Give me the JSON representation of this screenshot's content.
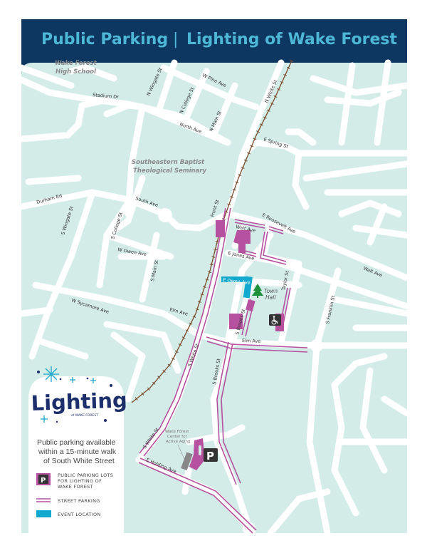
{
  "header": {
    "title_left": "Public Parking",
    "divider": "|",
    "title_right": "Lighting of Wake Forest"
  },
  "colors": {
    "header_bg": "#0d3761",
    "header_text": "#4db7d6",
    "map_bg": "#d3ece8",
    "street_parking": "#b5519f",
    "parking_lot": "#b5519f",
    "event_location": "#13a8cf",
    "railroad": "#7a4a2a"
  },
  "places": {
    "high_school_line1": "Wake Forest",
    "high_school_line2": "High School",
    "seminary_line1": "Southeastern Baptist",
    "seminary_line2": "Theological Seminary",
    "town_hall_line1": "Town",
    "town_hall_line2": "Hall",
    "aging_line1": "Wake Forest",
    "aging_line2": "Center for",
    "aging_line3": "Active Aging"
  },
  "streets": {
    "stadium_dr": "Stadium Dr",
    "n_wingate": "N Wingate St",
    "n_college": "N College St",
    "w_pine": "W Pine Ave",
    "n_main": "N Main St",
    "north_ave": "North Ave",
    "n_white": "N White St",
    "e_spring": "E Spring St",
    "durham_rd": "Durham Rd",
    "south_ave": "South Ave",
    "front_st": "Front St",
    "s_wingate": "S Wingate St",
    "s_college": "S College St",
    "w_owen": "W Owen Ave",
    "s_main": "S Main St",
    "e_roosevelt": "E Roosevelt Ave",
    "walt_ave": "Walt Ave",
    "walt_ave_east": "Walt Ave",
    "e_jones": "E Jones Ave",
    "e_owen": "E Owen Ave",
    "taylor_st": "Taylor St",
    "s_franklin": "S Franklin St",
    "w_sycamore": "W Sycamore Ave",
    "elm_ave_west": "Elm Ave",
    "elm_ave_east": "Elm Ave",
    "s_brooks_north": "S Brooks St",
    "s_brooks_south": "S Brooks St",
    "s_white_north": "S White St",
    "s_white_south": "S White St",
    "e_holding": "E Holding Ave"
  },
  "logo": {
    "word": "Lighting",
    "sub": "of WAKE FOREST"
  },
  "legend": {
    "note_line1": "Public parking available",
    "note_line2": "within a 15-minute walk",
    "note_line3": "of South White Street",
    "lots_line1": "PUBLIC PARKING LOTS",
    "lots_line2": "FOR LIGHTING OF",
    "lots_line3": "WAKE FOREST",
    "lots_icon_letter": "P",
    "street_parking": "STREET PARKING",
    "event_location": "EVENT LOCATION"
  },
  "icons": {
    "parking": "P",
    "accessible": "wheelchair-icon",
    "tree": "christmas-tree-icon"
  }
}
